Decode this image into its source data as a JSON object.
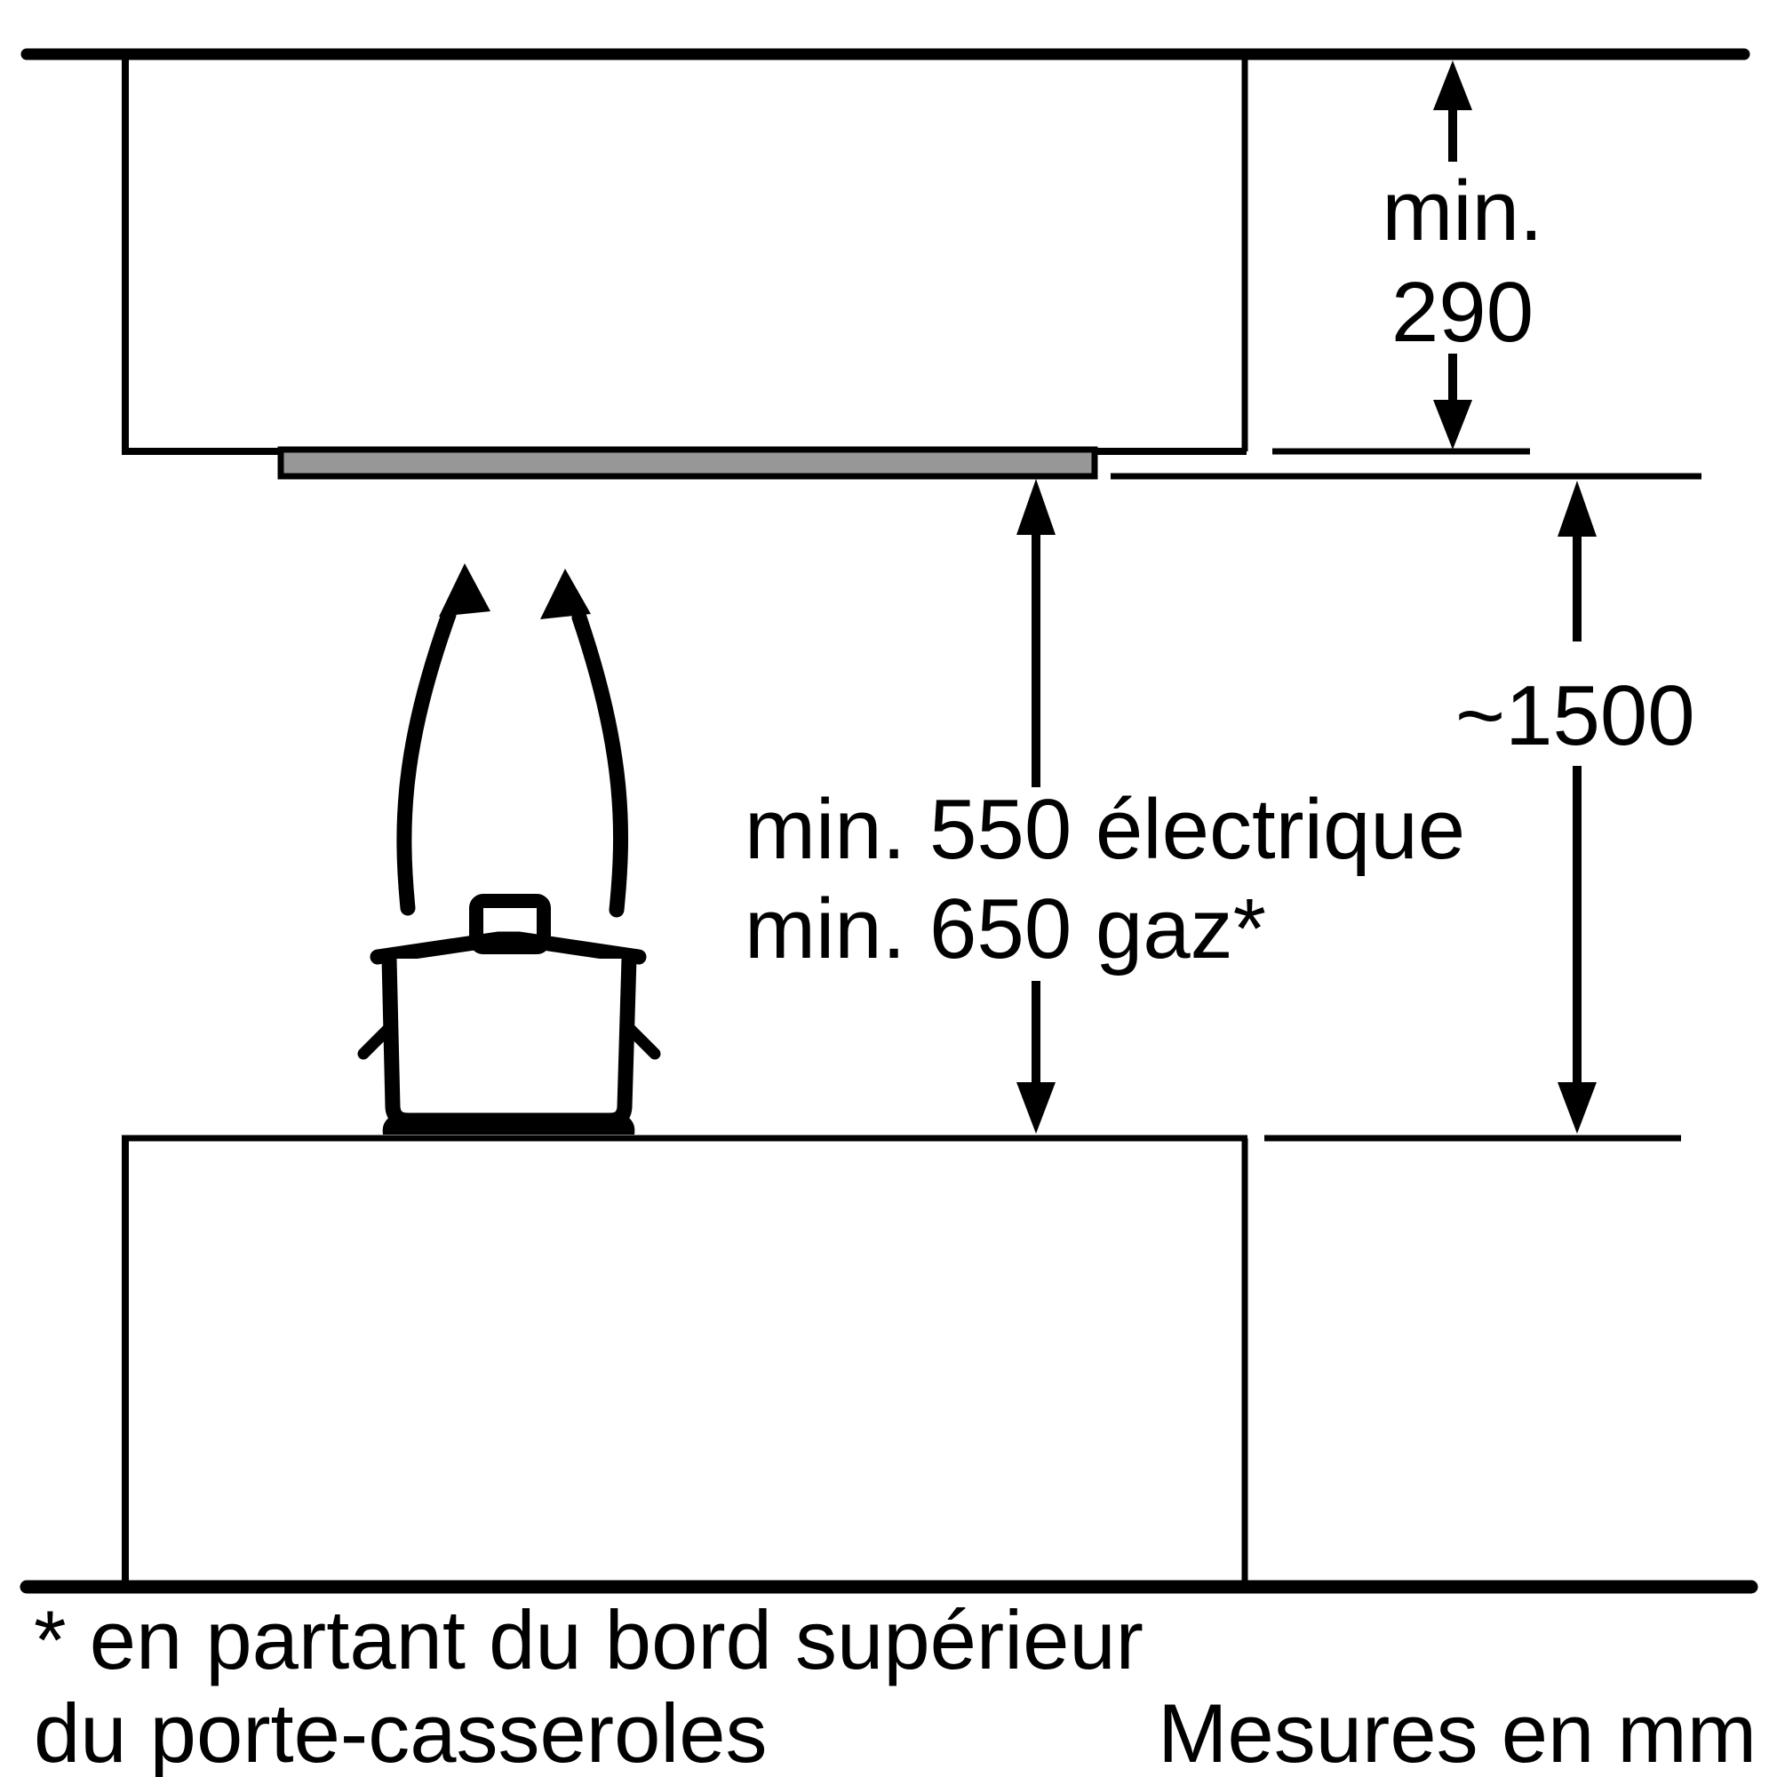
{
  "diagram": {
    "title_hint": "hood-installation-clearances",
    "labels": {
      "min_top": "min.",
      "value_290": "290",
      "value_1500": "~1500",
      "clearance_electric": "min. 550 électrique",
      "clearance_gas": "min. 650 gaz*",
      "footnote_line1": "* en partant du bord supérieur",
      "footnote_line2": "du porte-casseroles",
      "units_note": "Mesures en mm"
    },
    "dimensions_mm": {
      "ceiling_to_cabinet_bottom_min": 290,
      "hood_to_floor_approx": 1500,
      "hob_clearance_electric_min": 550,
      "hob_clearance_gas_min": 650
    },
    "colors": {
      "line": "#000000",
      "hood_fill": "#979797",
      "background": "#ffffff"
    }
  }
}
